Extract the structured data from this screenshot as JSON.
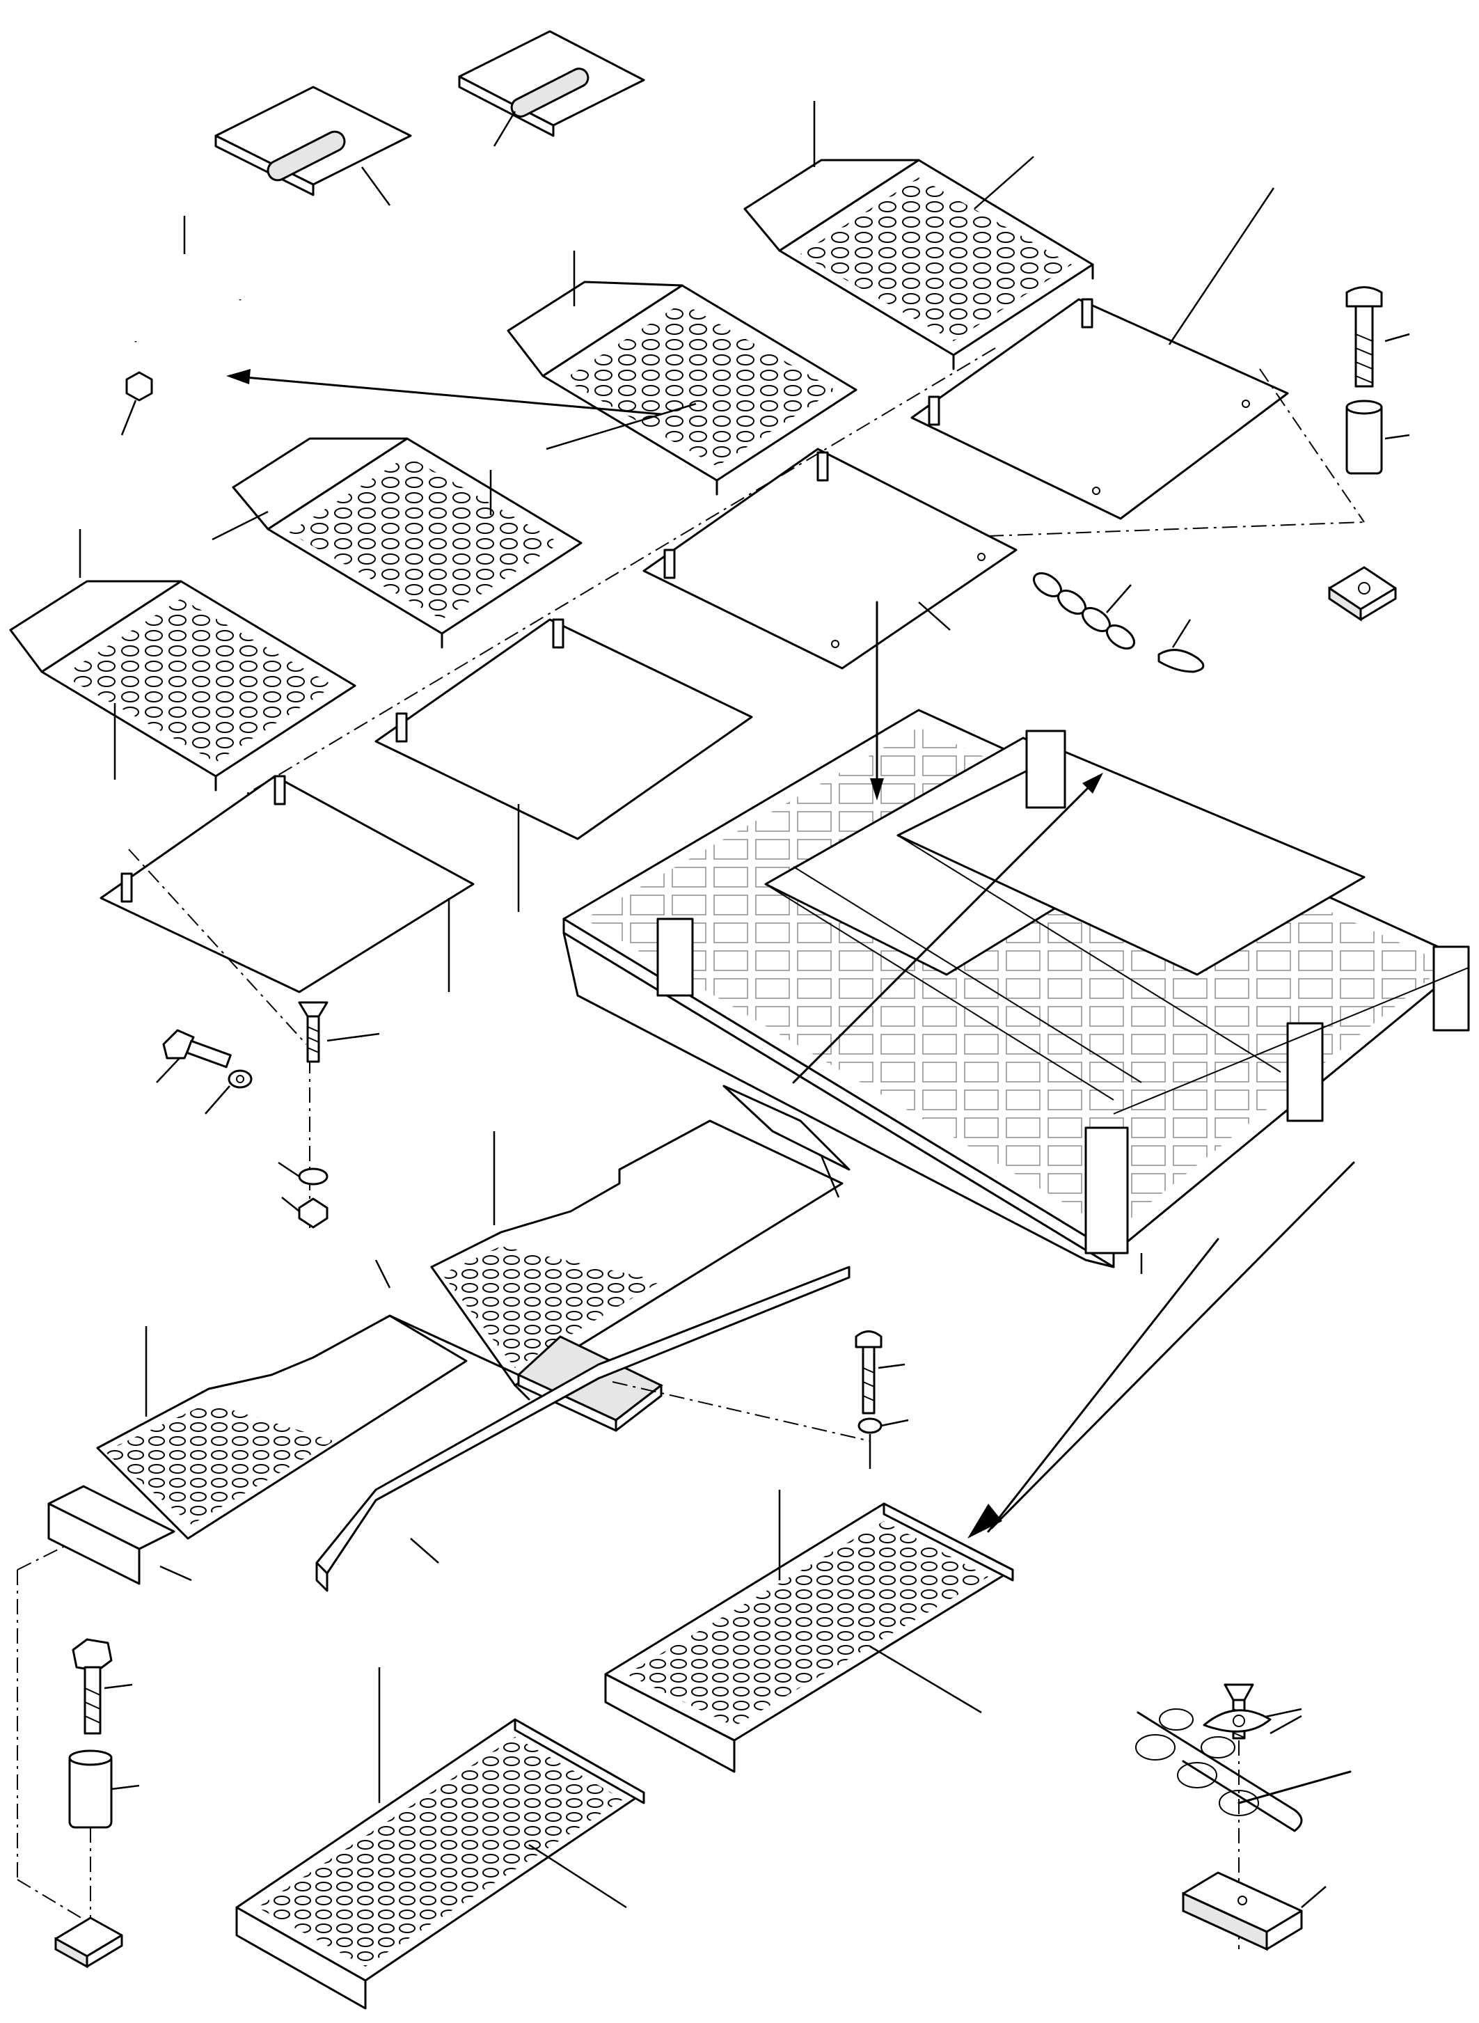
{
  "figure": {
    "kind": "exploded-parts-diagram",
    "background": "#ffffff",
    "line_color": "#000000"
  },
  "parts": [
    {
      "name": "hinge-left"
    },
    {
      "name": "hinge-right"
    },
    {
      "name": "u-handle"
    },
    {
      "name": "handle-nut"
    },
    {
      "name": "grating-step-rear-right"
    },
    {
      "name": "grating-step-rear-center"
    },
    {
      "name": "grating-step-mid"
    },
    {
      "name": "grating-step-front-left"
    },
    {
      "name": "floor-plate-rear-right"
    },
    {
      "name": "floor-plate-center"
    },
    {
      "name": "floor-plate-mid"
    },
    {
      "name": "floor-plate-front"
    },
    {
      "name": "chain"
    },
    {
      "name": "snap-hook"
    },
    {
      "name": "bolt-spacer-clamp-upper-right"
    },
    {
      "name": "machine-frame"
    },
    {
      "name": "hex-bolt-with-washer"
    },
    {
      "name": "countersunk-bolt-with-nut"
    },
    {
      "name": "walkway-right"
    },
    {
      "name": "walkway-left"
    },
    {
      "name": "walkway-connector-plate"
    },
    {
      "name": "bracket-channel"
    },
    {
      "name": "support-channel"
    },
    {
      "name": "bolt-washer-right"
    },
    {
      "name": "bolt-spacer-clamp-lower-left"
    },
    {
      "name": "grating-tray-center"
    },
    {
      "name": "grating-tray-lower-left"
    },
    {
      "name": "grating-clamp-detail"
    }
  ]
}
